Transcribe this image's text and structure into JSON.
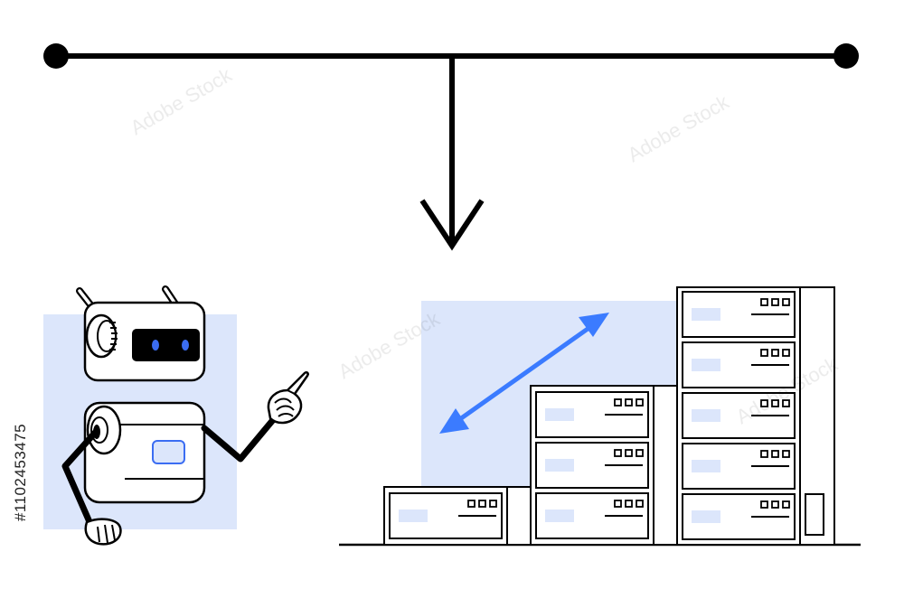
{
  "watermark": {
    "text": "Adobe Stock",
    "id_label": "#1102453475"
  },
  "colors": {
    "ink": "#000000",
    "accent": "#3b7bff",
    "panel": "#dce6fb",
    "eye": "#3b6df2"
  },
  "illustration": {
    "connector": "flow-arrow",
    "left_figure": "robot",
    "right_figure": "server-racks",
    "gesture": "pointing-hand",
    "scale_arrow": "bidirectional-arrow"
  }
}
